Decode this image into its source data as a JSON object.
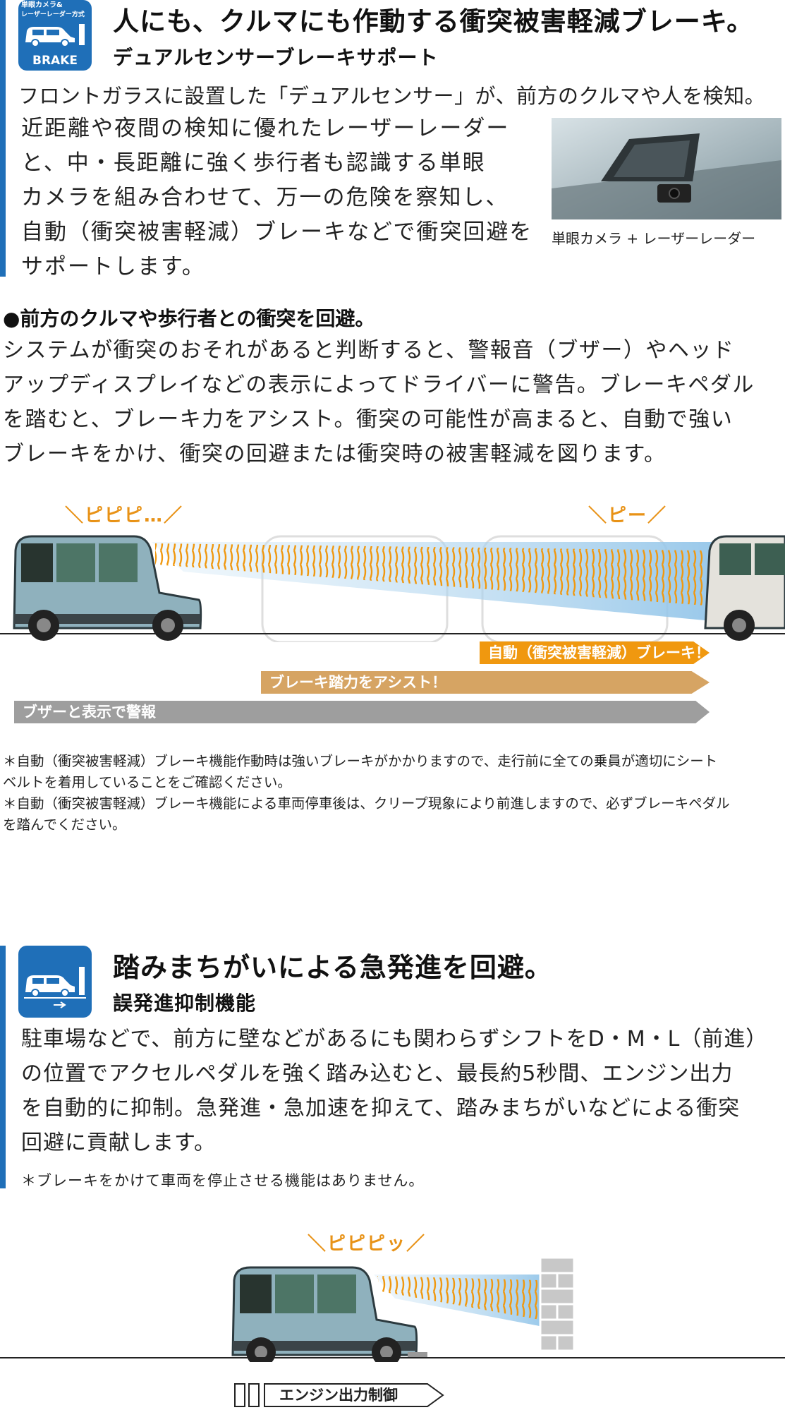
{
  "section1": {
    "badge": {
      "top": "単眼カメラ&",
      "bottom": "レーザーレーダー方式",
      "label": "BRAKE"
    },
    "title": "人にも、クルマにも作動する衝突被害軽減ブレーキ。",
    "subtitle": "デュアルセンサーブレーキサポート",
    "intro": "フロントガラスに設置した「デュアルセンサー」が、前方のクルマや人を検知。",
    "body_lines": [
      "近距離や夜間の検知に優れたレーザーレーダー",
      "と、中・長距離に強く歩行者も認識する単眼",
      "カメラを組み合わせて、万一の危険を察知し、",
      "自動（衝突被害軽減）ブレーキなどで衝突回避を",
      "サポートします。"
    ],
    "photo_caption": "単眼カメラ + レーザーレーダー"
  },
  "section2": {
    "heading": "●前方のクルマや歩行者との衝突を回避。",
    "body_lines": [
      "システムが衝突のおそれがあると判断すると、警報音（ブザー）やヘッド",
      "アップディスプレイなどの表示によってドライバーに警告。ブレーキペダル",
      "を踏むと、ブレーキ力をアシスト。衝突の可能性が高まると、自動で強い",
      "ブレーキをかけ、衝突の回避または衝突時の被害軽減を図ります。"
    ],
    "diagram": {
      "sound_left": "＼ピピピ…／",
      "sound_right": "＼ピー／",
      "arrow_auto": "自動（衝突被害軽減）ブレーキ！",
      "arrow_assist": "ブレーキ踏力をアシスト！",
      "arrow_warn": "ブザーと表示で警報"
    },
    "notes": [
      "＊自動（衝突被害軽減）ブレーキ機能作動時は強いブレーキがかかりますので、走行前に全ての乗員が適切にシート",
      "ベルトを着用していることをご確認ください。",
      "＊自動（衝突被害軽減）ブレーキ機能による車両停車後は、クリープ現象により前進しますので、必ずブレーキペダル",
      "を踏んでください。"
    ]
  },
  "section3": {
    "title": "踏みまちがいによる急発進を回避。",
    "subtitle": "誤発進抑制機能",
    "body_lines": [
      "駐車場などで、前方に壁などがあるにも関わらずシフトをD・M・L（前進）",
      "の位置でアクセルペダルを強く踏み込むと、最長約5秒間、エンジン出力",
      "を自動的に抑制。急発進・急加速を抑えて、踏みまちがいなどによる衝突",
      "回避に貢献します。"
    ],
    "note": "＊ブレーキをかけて車両を停止させる機能はありません。",
    "diagram": {
      "sound": "＼ピピピッ／",
      "arrow_label": "エンジン出力制御"
    }
  },
  "colors": {
    "accent_blue": "#1f6fb8",
    "orange": "#f0980f",
    "tan": "#d6a463",
    "gray": "#9e9e9e",
    "car_body": "#8fb1bd"
  }
}
